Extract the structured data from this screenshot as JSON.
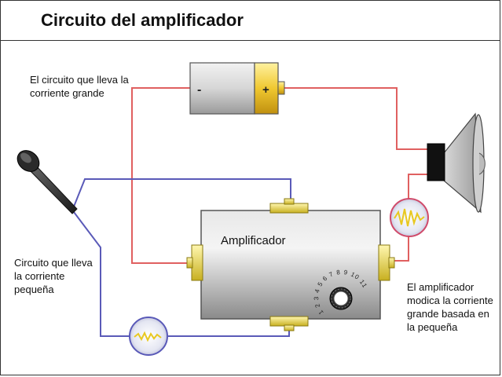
{
  "title": "Circuito del amplificador",
  "labels": {
    "big_circuit": "El circuito que lleva la corriente grande",
    "small_circuit": "Circuito que lleva la corriente pequeña",
    "amplifier": "Amplificador",
    "amplifier_desc": "El amplificador modica la corriente grande basada en la pequeña"
  },
  "battery": {
    "minus": "-",
    "plus": "+"
  },
  "dial_numbers": "1 2 3 4 5 6 7 8 9 10 11",
  "colors": {
    "big_wire": "#e06060",
    "small_wire": "#5a5ab8",
    "connector": "#e8d84a",
    "amp_body": "#b8b8b8",
    "signal": "#e8c820"
  }
}
